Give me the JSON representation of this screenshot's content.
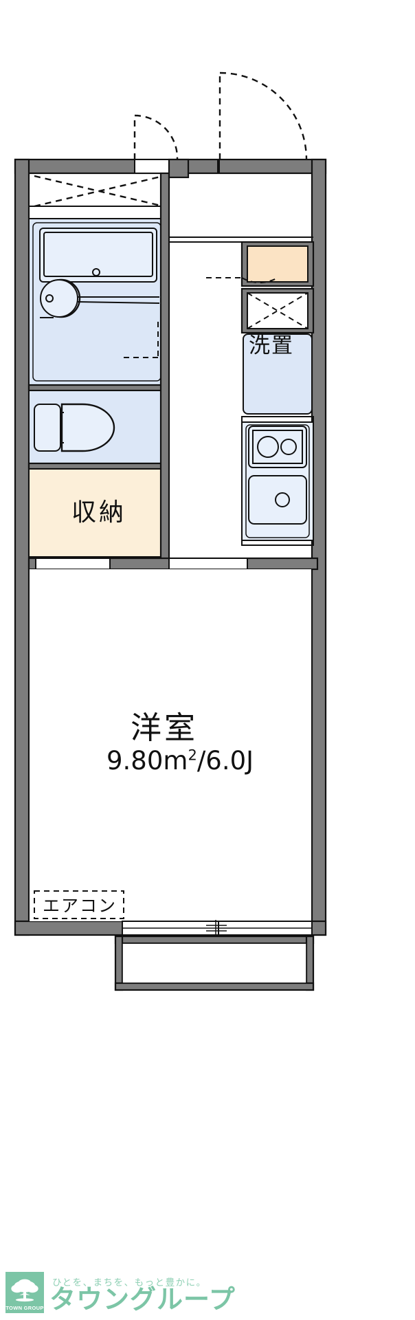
{
  "plan": {
    "title": "apartment-floor-plan",
    "rooms": [
      {
        "id": "washing-machine",
        "label": "洗置",
        "fill": "#dce7f7"
      },
      {
        "id": "storage",
        "label": "収納",
        "fill": "#fcefd9"
      },
      {
        "id": "main-room",
        "label": "洋室",
        "fill": "#ffffff"
      },
      {
        "id": "bathroom",
        "label": "",
        "fill": "#dce7f7"
      },
      {
        "id": "toilet",
        "label": "",
        "fill": "#dce7f7"
      }
    ],
    "labels": {
      "washer": "洗置",
      "storage": "収納",
      "room_name": "洋室",
      "room_area_value": "9.80m",
      "room_area_sup": "2",
      "room_area_rest": "/6.0J",
      "air_conditioner": "エアコン"
    },
    "fixtures": [
      {
        "name": "bathtub",
        "label": ""
      },
      {
        "name": "vanity-sink",
        "label": ""
      },
      {
        "name": "toilet",
        "label": ""
      },
      {
        "name": "gas-stove-two-burner",
        "label": ""
      },
      {
        "name": "kitchen-sink",
        "label": ""
      },
      {
        "name": "shoe-cabinet",
        "label": ""
      },
      {
        "name": "entry-closet",
        "label": ""
      },
      {
        "name": "balcony",
        "label": ""
      }
    ],
    "colors": {
      "wall": "#7d7d7d",
      "wall_outline": "#111111",
      "water_fill": "#dce7f7",
      "storage_fill": "#fcefd9",
      "closet_fill": "#fbe3c4",
      "line": "#111111",
      "room_fill": "#ffffff"
    }
  },
  "footer": {
    "logo_mark_text": "TOWN GROUP",
    "tagline": "ひとを、まちを、もっと豊かに。",
    "brand": "タウングループ",
    "brand_color": "#7cc5a6"
  }
}
